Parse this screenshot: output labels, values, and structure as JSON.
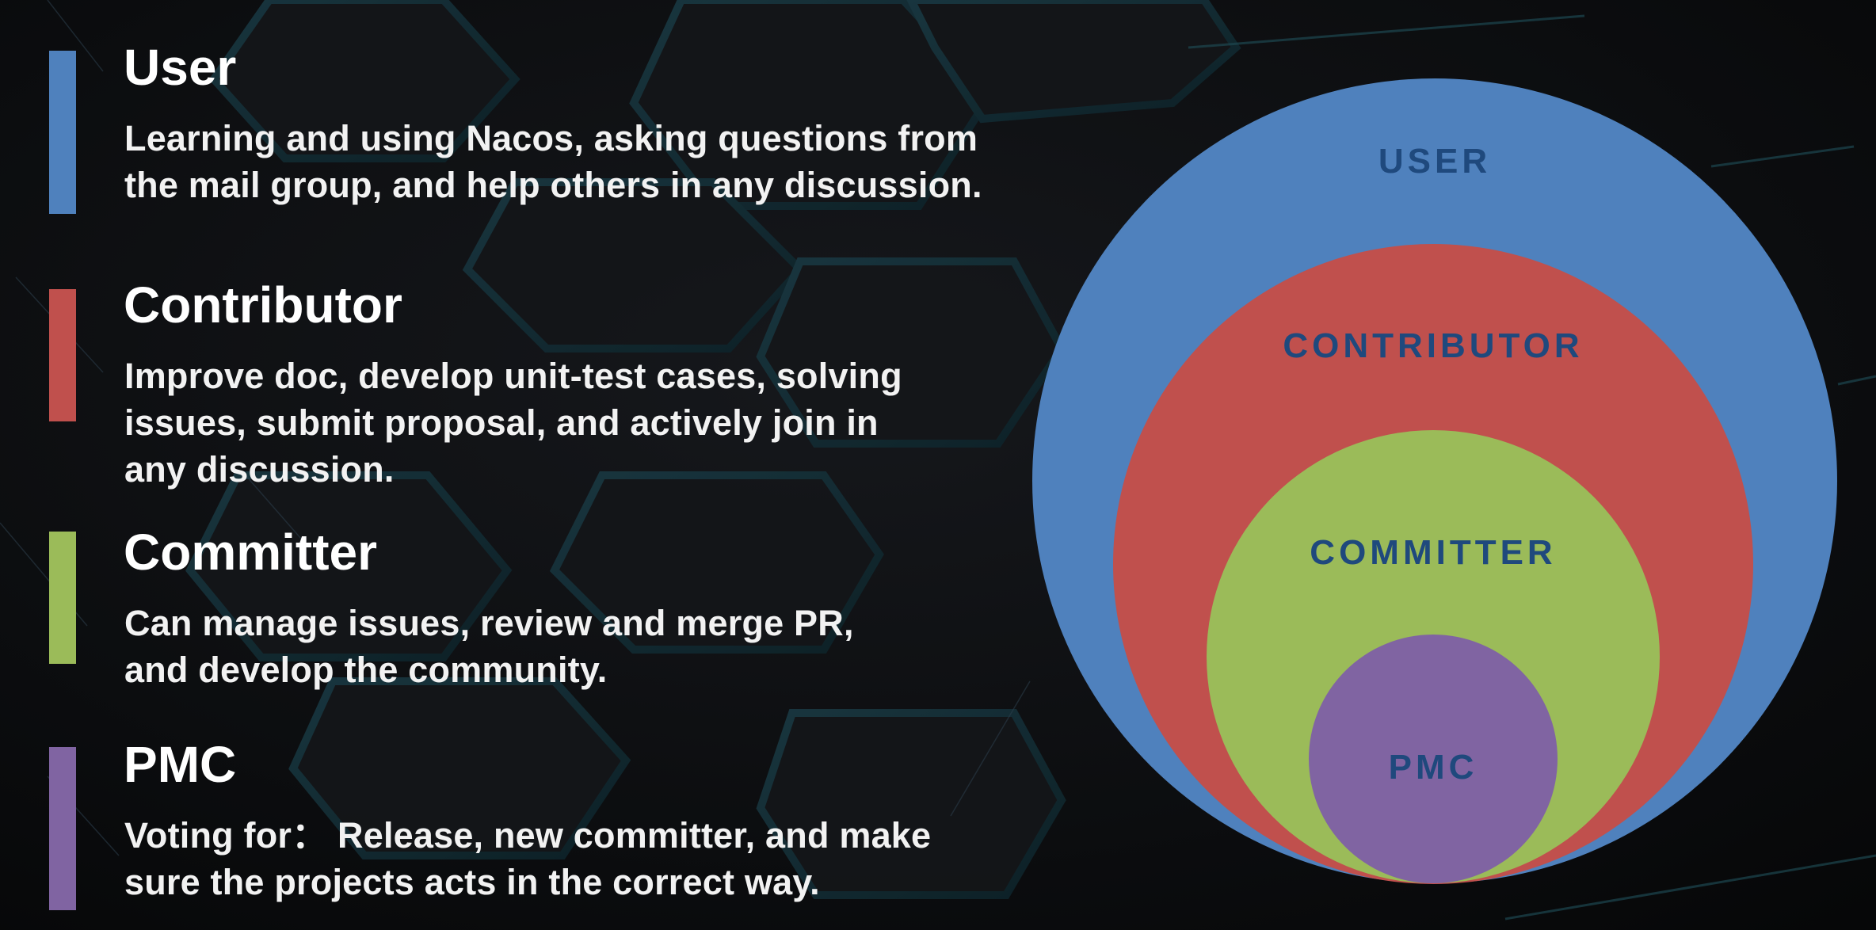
{
  "colors": {
    "background": "#0b0c0e",
    "user": "#4f81bd",
    "contributor": "#c0504d",
    "committer": "#9bbb59",
    "pmc": "#8064a2",
    "circle_label": "#1f497d",
    "title_text": "#ffffff"
  },
  "roles": [
    {
      "title": "User",
      "color": "#4f81bd",
      "description_lines": [
        "Learning and using Nacos, asking questions from",
        "the mail group, and help others in any discussion."
      ]
    },
    {
      "title": "Contributor",
      "color": "#c0504d",
      "description_lines": [
        "Improve doc, develop unit-test cases, solving",
        "issues, submit proposal, and actively join in",
        "any discussion."
      ]
    },
    {
      "title": "Committer",
      "color": "#9bbb59",
      "description_lines": [
        "Can manage issues, review and merge PR,",
        "and develop the community."
      ]
    },
    {
      "title": "PMC",
      "color": "#8064a2",
      "description_lines": [
        "Voting for：  Release, new committer, and make",
        "sure the projects acts in the correct way."
      ]
    }
  ],
  "diagram": {
    "type": "nested-circles",
    "layers": [
      {
        "label": "USER",
        "color": "#4f81bd"
      },
      {
        "label": "CONTRIBUTOR",
        "color": "#c0504d"
      },
      {
        "label": "COMMITTER",
        "color": "#9bbb59"
      },
      {
        "label": "PMC",
        "color": "#8064a2"
      }
    ]
  }
}
